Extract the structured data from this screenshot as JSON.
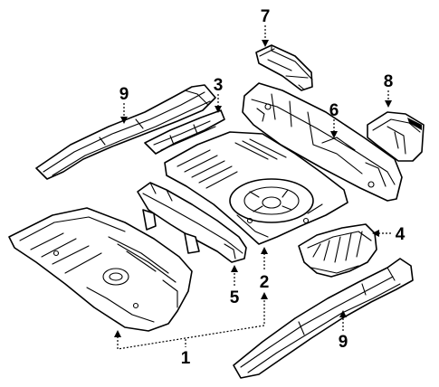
{
  "diagram": {
    "callouts": {
      "c1": "1",
      "c2": "2",
      "c3": "3",
      "c4": "4",
      "c5": "5",
      "c6": "6",
      "c7": "7",
      "c8": "8",
      "c9_upper": "9",
      "c9_lower": "9"
    }
  }
}
